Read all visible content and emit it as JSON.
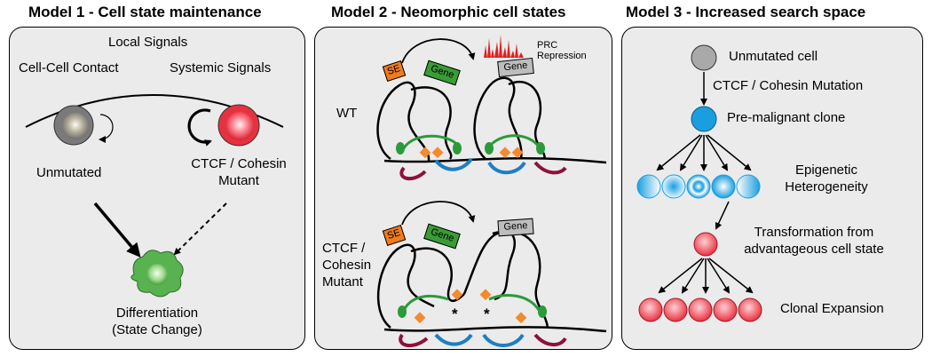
{
  "titles": {
    "model1": "Model 1 - Cell state maintenance",
    "model2": "Model 2 - Neomorphic cell states",
    "model3": "Model 3 - Increased search space"
  },
  "model1": {
    "local_signals": "Local Signals",
    "cell_cell_contact": "Cell-Cell Contact",
    "systemic_signals": "Systemic Signals",
    "unmutated": "Unmutated",
    "mutant_line1": "CTCF / Cohesin",
    "mutant_line2": "Mutant",
    "diff_line1": "Differentiation",
    "diff_line2": "(State Change)"
  },
  "model2": {
    "prc_line1": "PRC",
    "prc_line2": "Repression",
    "wt": "WT",
    "se": "SE",
    "gene": "Gene",
    "mutant_line1": "CTCF /",
    "mutant_line2": "Cohesin",
    "mutant_line3": "Mutant",
    "asterisk": "*"
  },
  "model3": {
    "unmutated_cell": "Unmutated cell",
    "mutation": "CTCF / Cohesin Mutation",
    "premalignant": "Pre-malignant clone",
    "epi_line1": "Epigenetic",
    "epi_line2": "Heterogeneity",
    "trans_line1": "Transformation from",
    "trans_line2": "advantageous cell state",
    "clonal": "Clonal Expansion"
  },
  "colors": {
    "panel_bg": "#ebebeb",
    "unmutated_gray": "#b3b3b3",
    "mutant_red": "#e8313e",
    "diff_green": "#5cb85c",
    "premalignant_blue": "#1a9ee0",
    "se_orange": "#f07b1e",
    "gene_green": "#3a9c35",
    "gene_gray": "#bdbdbd",
    "prc_red": "#e02020",
    "ctcf_orange": "#f28a2e",
    "loop_green": "#2c9a3b",
    "loop_blue": "#1d7fc1",
    "loop_maroon": "#8c1239"
  }
}
